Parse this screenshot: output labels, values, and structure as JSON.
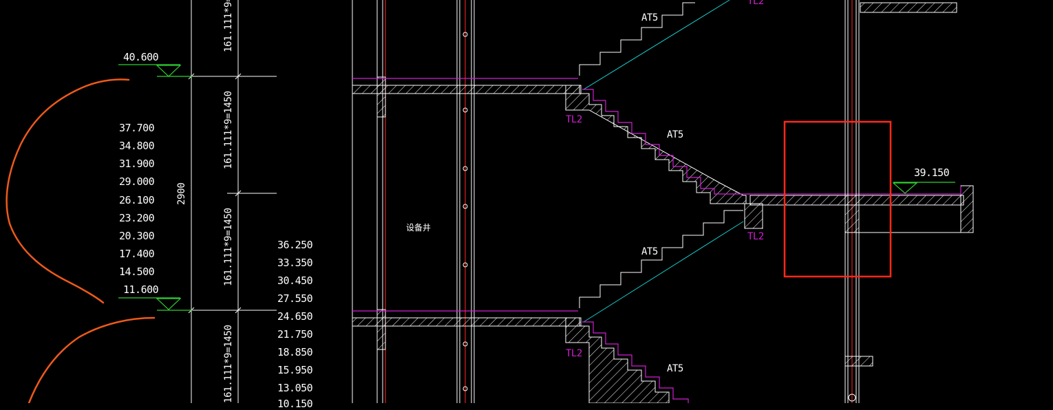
{
  "elevations": {
    "top": "40.600",
    "left_list": [
      "37.700",
      "34.800",
      "31.900",
      "29.000",
      "26.100",
      "23.200",
      "20.300",
      "17.400",
      "14.500"
    ],
    "bottom": "11.600",
    "right_list": [
      "36.250",
      "33.350",
      "30.450",
      "27.550",
      "24.650",
      "21.750",
      "18.850",
      "15.950",
      "13.050",
      "10.150"
    ],
    "landing": "39.150"
  },
  "dimensions": {
    "total": "2900",
    "flight_top_partial": "161.111*9=14",
    "flight_1": "161.111*9=1450",
    "flight_2": "161.111*9=1450",
    "flight_3": "161.111*9=1450"
  },
  "stair_labels": {
    "flight": "AT5",
    "beam": "TL2"
  },
  "room_label": "设备井",
  "colors": {
    "background": "#000000",
    "lines": "#ffffff",
    "level_marker": "#2fd12f",
    "stair_guide": "#19c8c8",
    "beam_outline": "#d21fd2",
    "axis": "#e02020",
    "highlight_box": "#ff2a1a",
    "annotation_curve": "#ee5a1a"
  }
}
